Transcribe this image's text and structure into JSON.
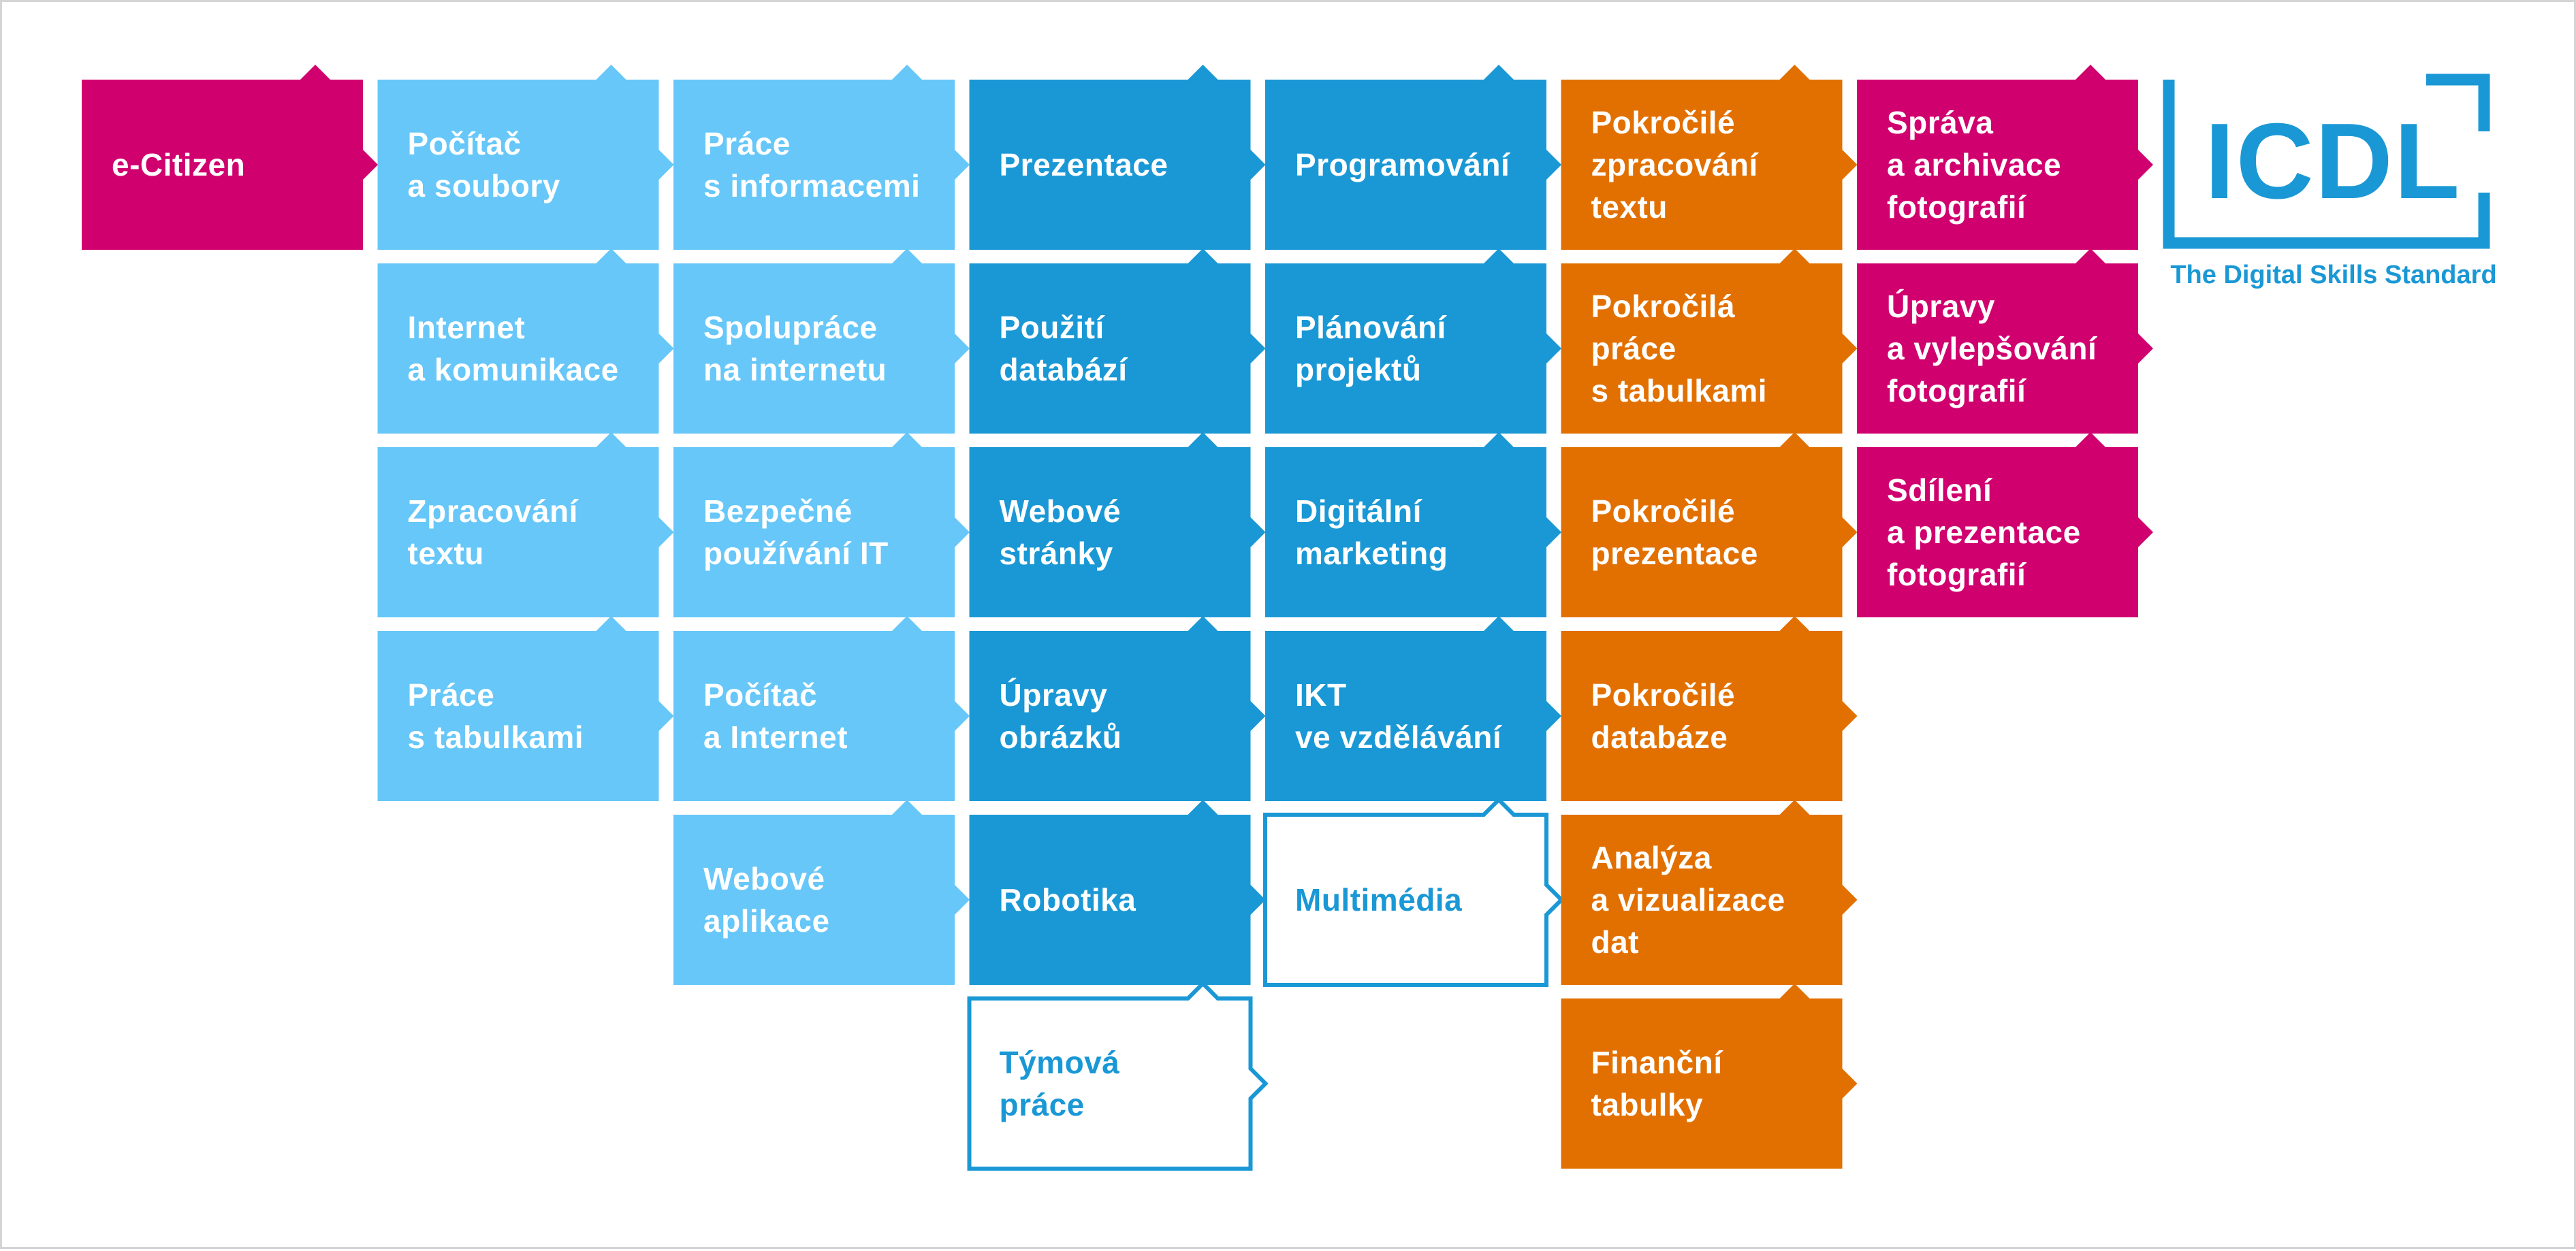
{
  "colors": {
    "magenta": "#d0006f",
    "light_blue": "#66c7f8",
    "blue": "#1a98d5",
    "orange": "#e27000",
    "outline_blue": "#1a98d5",
    "text_on_fill": "#ffffff"
  },
  "logo": {
    "title": "ICDL",
    "tagline": "The Digital Skills Standard"
  },
  "modules": [
    {
      "label": "e-Citizen",
      "col": 0,
      "row": 0,
      "style": "magenta",
      "name": "module-e-citizen"
    },
    {
      "label": "Počítač\na soubory",
      "col": 1,
      "row": 0,
      "style": "light_blue",
      "name": "module-pocitac-a-soubory"
    },
    {
      "label": "Internet\na komunikace",
      "col": 1,
      "row": 1,
      "style": "light_blue",
      "name": "module-internet-a-komunikace"
    },
    {
      "label": "Zpracování\ntextu",
      "col": 1,
      "row": 2,
      "style": "light_blue",
      "name": "module-zpracovani-textu"
    },
    {
      "label": "Práce\ns tabulkami",
      "col": 1,
      "row": 3,
      "style": "light_blue",
      "name": "module-prace-s-tabulkami"
    },
    {
      "label": "Práce\ns informacemi",
      "col": 2,
      "row": 0,
      "style": "light_blue",
      "name": "module-prace-s-informacemi"
    },
    {
      "label": "Spolupráce\nna internetu",
      "col": 2,
      "row": 1,
      "style": "light_blue",
      "name": "module-spoluprace-na-internetu"
    },
    {
      "label": "Bezpečné\npoužívání IT",
      "col": 2,
      "row": 2,
      "style": "light_blue",
      "name": "module-bezpecne-pouzivani-it"
    },
    {
      "label": "Počítač\na Internet",
      "col": 2,
      "row": 3,
      "style": "light_blue",
      "name": "module-pocitac-a-internet"
    },
    {
      "label": "Webové\naplikace",
      "col": 2,
      "row": 4,
      "style": "light_blue",
      "name": "module-webove-aplikace"
    },
    {
      "label": "Prezentace",
      "col": 3,
      "row": 0,
      "style": "blue",
      "name": "module-prezentace"
    },
    {
      "label": "Použití\ndatabází",
      "col": 3,
      "row": 1,
      "style": "blue",
      "name": "module-pouziti-databazi"
    },
    {
      "label": "Webové\nstránky",
      "col": 3,
      "row": 2,
      "style": "blue",
      "name": "module-webove-stranky"
    },
    {
      "label": "Úpravy\nobrázků",
      "col": 3,
      "row": 3,
      "style": "blue",
      "name": "module-upravy-obrazku"
    },
    {
      "label": "Robotika",
      "col": 3,
      "row": 4,
      "style": "blue",
      "name": "module-robotika"
    },
    {
      "label": "Týmová\npráce",
      "col": 3,
      "row": 5,
      "style": "outline_blue",
      "name": "module-tymova-prace"
    },
    {
      "label": "Programování",
      "col": 4,
      "row": 0,
      "style": "blue",
      "name": "module-programovani"
    },
    {
      "label": "Plánování\nprojektů",
      "col": 4,
      "row": 1,
      "style": "blue",
      "name": "module-planovani-projektu"
    },
    {
      "label": "Digitální\nmarketing",
      "col": 4,
      "row": 2,
      "style": "blue",
      "name": "module-digitalni-marketing"
    },
    {
      "label": "IKT\nve vzdělávání",
      "col": 4,
      "row": 3,
      "style": "blue",
      "name": "module-ikt-ve-vzdelavani"
    },
    {
      "label": "Multimédia",
      "col": 4,
      "row": 4,
      "style": "outline_blue",
      "name": "module-multimedia"
    },
    {
      "label": "Pokročilé\nzpracování\ntextu",
      "col": 5,
      "row": 0,
      "style": "orange",
      "name": "module-pokrocile-zpracovani-textu"
    },
    {
      "label": "Pokročilá\npráce\ns tabulkami",
      "col": 5,
      "row": 1,
      "style": "orange",
      "name": "module-pokrocila-prace-s-tabulkami"
    },
    {
      "label": "Pokročilé\nprezentace",
      "col": 5,
      "row": 2,
      "style": "orange",
      "name": "module-pokrocile-prezentace"
    },
    {
      "label": "Pokročilé\ndatabáze",
      "col": 5,
      "row": 3,
      "style": "orange",
      "name": "module-pokrocile-databaze"
    },
    {
      "label": "Analýza\na vizualizace\ndat",
      "col": 5,
      "row": 4,
      "style": "orange",
      "name": "module-analyza-a-vizualizace-dat"
    },
    {
      "label": "Finanční\ntabulky",
      "col": 5,
      "row": 5,
      "style": "orange",
      "name": "module-financni-tabulky"
    },
    {
      "label": "Správa\na archivace\nfotografií",
      "col": 6,
      "row": 0,
      "style": "magenta",
      "name": "module-sprava-a-archivace-fotografii"
    },
    {
      "label": "Úpravy\na vylepšování\nfotografií",
      "col": 6,
      "row": 1,
      "style": "magenta",
      "name": "module-upravy-a-vylepsovani-fotografii"
    },
    {
      "label": "Sdílení\na prezentace\nfotografií",
      "col": 6,
      "row": 2,
      "style": "magenta",
      "name": "module-sdileni-a-prezentace-fotografii"
    }
  ]
}
